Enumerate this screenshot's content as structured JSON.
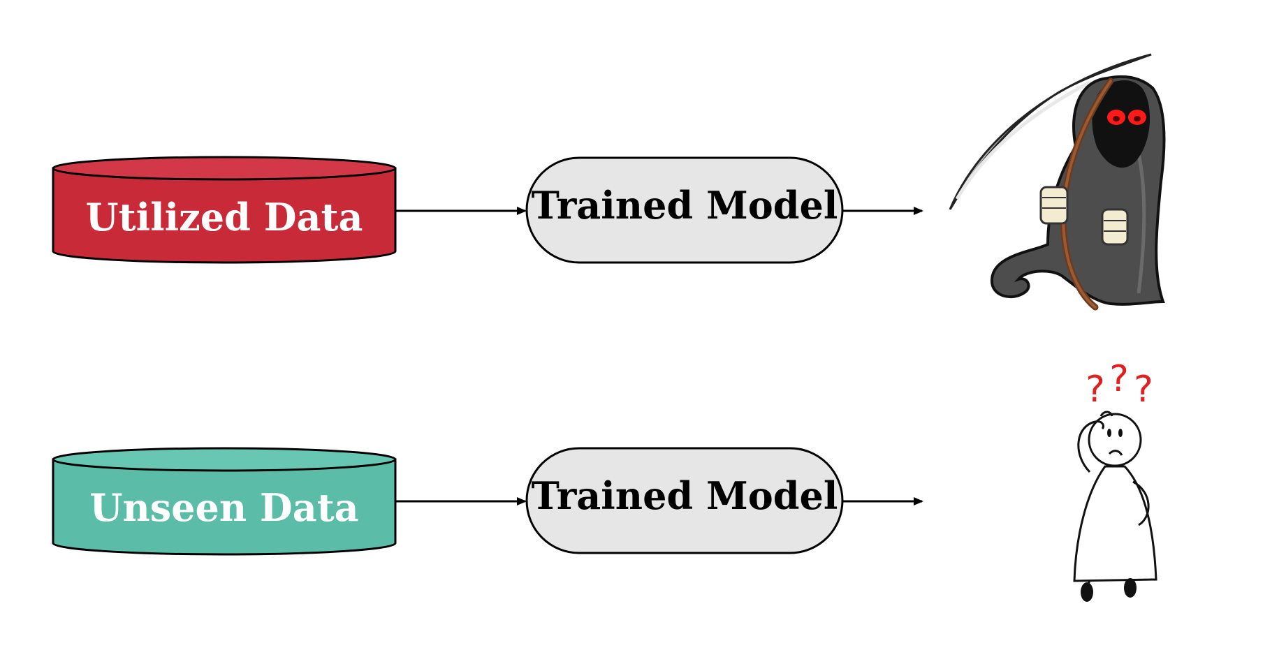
{
  "colors": {
    "utilized": "#c82a38",
    "utilized_top": "#d23847",
    "unseen": "#5bbca8",
    "unseen_top": "#67c7b3",
    "model_fill": "#e6e6e6",
    "stroke": "#000000",
    "question": "#e02020"
  },
  "rows": [
    {
      "data_label": "Utilized Data",
      "model_label": "Trained Model",
      "outcome_icon": "grim-reaper-icon"
    },
    {
      "data_label": "Unseen Data",
      "model_label": "Trained Model",
      "outcome_icon": "confused-person-icon"
    }
  ],
  "confused_marks": [
    "?",
    "?",
    "?"
  ]
}
